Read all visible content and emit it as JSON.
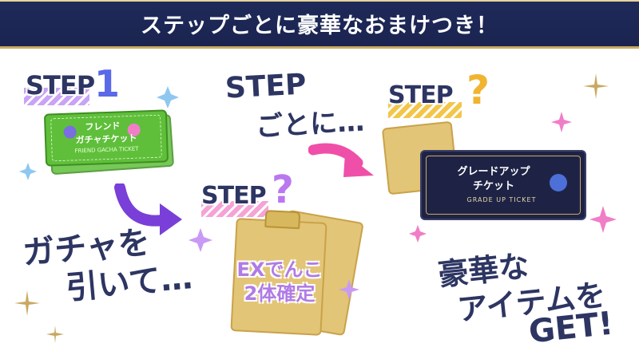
{
  "banner": {
    "title": "ステップごとに豪華なおまけつき！"
  },
  "step1": {
    "label": "STEP",
    "number": "1"
  },
  "step2": {
    "label": "STEP",
    "number": "?"
  },
  "step3": {
    "label": "STEP",
    "number": "?"
  },
  "friend_ticket": {
    "title_line1": "フレンド",
    "title_line2": "ガチャチケット",
    "subtitle": "FRIEND GACHA TICKET"
  },
  "gacha_text": {
    "line1": "ガチャを",
    "line2": "引いて…"
  },
  "step_text": {
    "line1": "STEP",
    "line2": "ごとに…"
  },
  "ex_card": {
    "line1": "EXでんこ",
    "line2": "2体確定"
  },
  "grade_ticket": {
    "title_line1": "グレードアップ",
    "title_line2": "チケット",
    "subtitle": "GRADE UP TICKET"
  },
  "reward_text": {
    "line1": "豪華な",
    "line2": "アイテムを",
    "line3": "GET!"
  },
  "colors": {
    "navy": "#2d3562",
    "gold": "#c9a962",
    "purple": "#b978f0",
    "pink": "#f07ec7",
    "green": "#5fbf3a"
  },
  "icons": [
    "sparkle-icon",
    "arrow-icon",
    "ticket-icon",
    "clipboard-icon"
  ]
}
